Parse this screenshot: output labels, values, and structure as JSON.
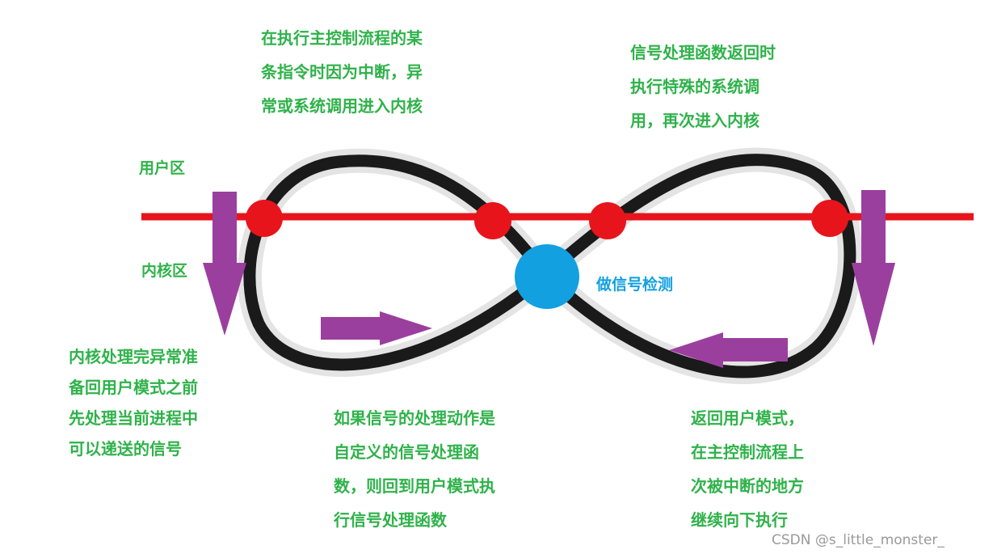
{
  "labels": {
    "user_zone": "用户区",
    "kernel_zone": "内核区",
    "signal_check": "做信号检测"
  },
  "notes": {
    "enter_kernel": [
      "在执行主控制流程的某",
      "条指令时因为中断，异",
      "常或系统调用进入内核"
    ],
    "handler_return": [
      "信号处理函数返回时",
      "执行特殊的系统调",
      "用，再次进入内核"
    ],
    "before_return": [
      "内核处理完异常准",
      "备回用户模式之前",
      "先处理当前进程中",
      "可以递送的信号"
    ],
    "custom_handler": [
      "如果信号的处理动作是",
      "自定义的信号处理函",
      "数，则回到用户模式执",
      "行信号处理函数"
    ],
    "resume": [
      "返回用户模式，",
      "在主控制流程上",
      "次被中断的地方",
      "继续向下执行"
    ]
  },
  "watermark": "CSDN @s_little_monster_",
  "colors": {
    "text": "#2fb24a",
    "line": "#e8141c",
    "arrow": "#9b3f9e",
    "check": "#12a0e0",
    "loop": "#1a1a1a"
  }
}
